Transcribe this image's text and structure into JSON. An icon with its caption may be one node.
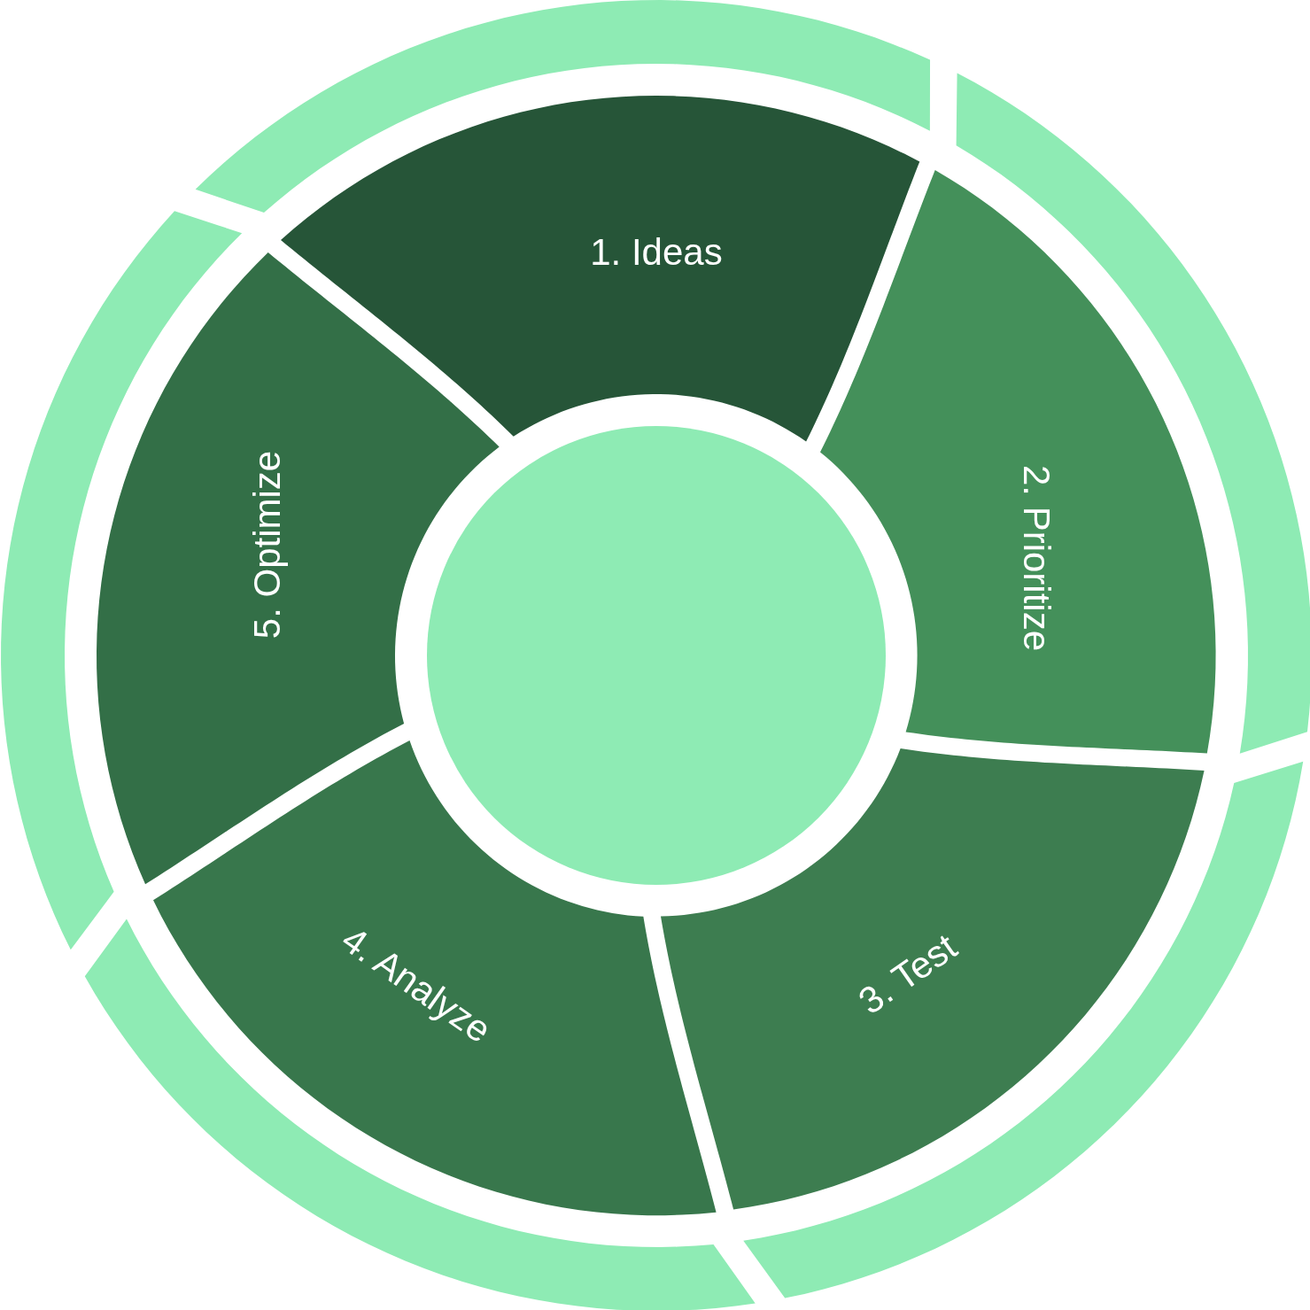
{
  "diagram": {
    "nodes": [
      {
        "text": [
          "1. Ideas"
        ]
      },
      {
        "text": [
          "2. Prioritize"
        ]
      },
      {
        "text": [
          "3. Test"
        ]
      },
      {
        "text": [
          "4. Analyze"
        ]
      },
      {
        "text": [
          "5. Optimize"
        ]
      },
      {
        "text": [],
        "shape": "circle"
      }
    ]
  }
}
